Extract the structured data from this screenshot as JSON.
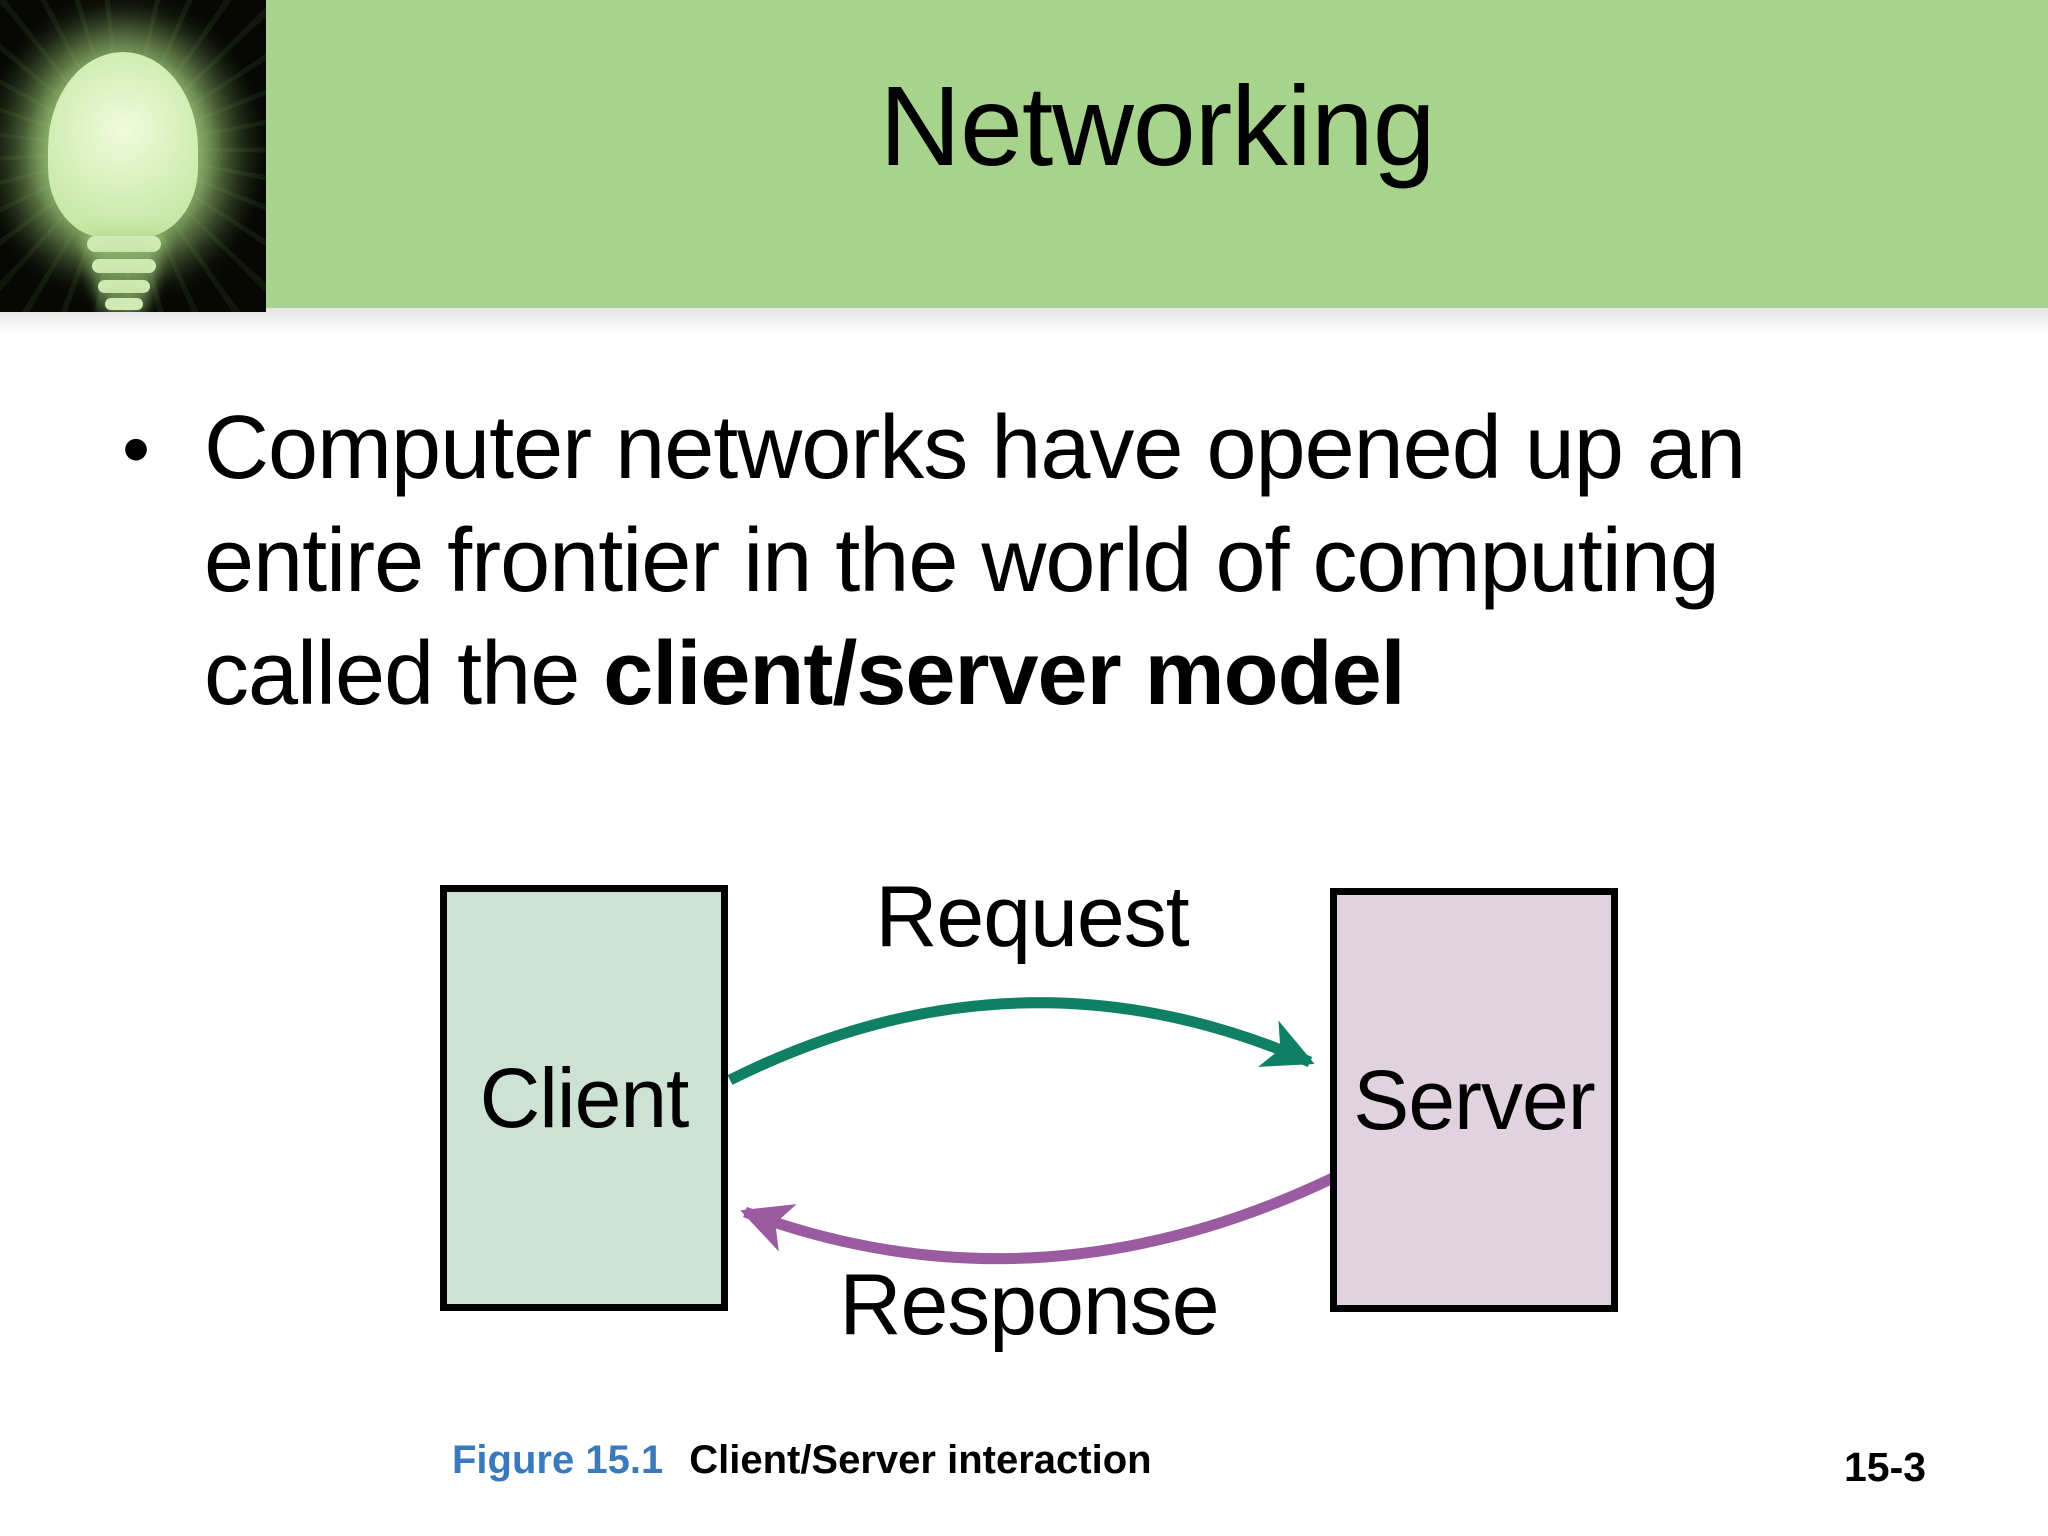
{
  "slide": {
    "title": "Networking",
    "page_number": "15-3"
  },
  "bullet": {
    "marker": "•",
    "line1": "Computer networks have opened up an",
    "line2": "entire frontier in the world of computing",
    "line3_prefix": "called the ",
    "line3_bold": "client/server model"
  },
  "figure": {
    "label": "Figure 15.1",
    "caption": "Client/Server interaction",
    "client_label": "Client",
    "server_label": "Server",
    "request_label": "Request",
    "response_label": "Response"
  },
  "icons": {
    "lightbulb": "glowing-lightbulb-icon"
  },
  "colors": {
    "header_green": "#a8d38c",
    "client_box_fill": "#cde2d4",
    "server_box_fill": "#e0d2de",
    "box_border": "#000000",
    "request_arrow": "#108064",
    "response_arrow": "#9a5ba0",
    "figure_label_blue": "#3a7abc",
    "text_black": "#000000"
  }
}
